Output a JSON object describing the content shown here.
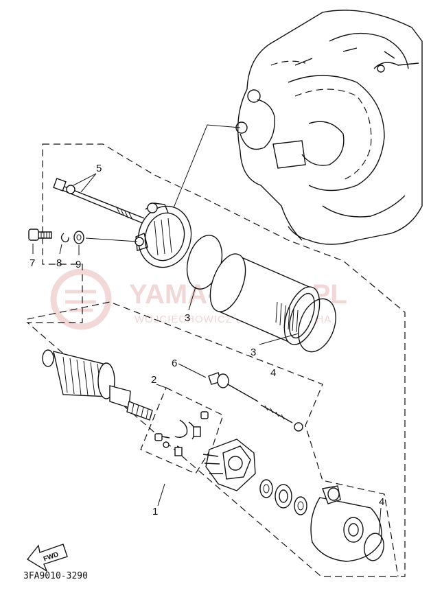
{
  "diagram": {
    "part_code": "3FA9010-3290",
    "fwd_label": "FWD",
    "watermark": {
      "title": "YAMA-SKLEP.PL",
      "subtitle": "WOJCIECHOWICZ DEALER YAMAHA",
      "color": "#e9b8b8"
    },
    "callouts": {
      "c1": "1",
      "c2": "2",
      "c3a": "3",
      "c3b": "3",
      "c4": "4",
      "c4b": "4",
      "c5": "5",
      "c6": "6",
      "c7": "7",
      "c8": "8",
      "c9": "9"
    },
    "line_color": "#111111"
  }
}
